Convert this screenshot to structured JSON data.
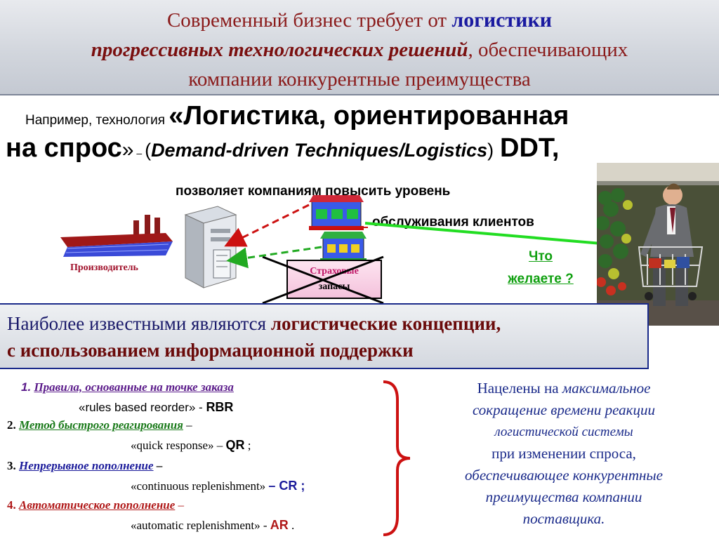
{
  "header": {
    "line1_prefix": "Современный бизнес требует от ",
    "line1_accent": "логистики",
    "line2_emph": "прогрессивных технологических решений",
    "line2_rest": ", обеспечивающих",
    "line3": "компании конкурентные преимущества"
  },
  "intro": {
    "prefix_small": "Например, технология ",
    "quote_open": "«",
    "title_part1": "Логистика, ориентированная",
    "title_part2": "на спрос",
    "quote_close": "»",
    "dash": " – ",
    "paren_open": "(",
    "english": "Demand-driven Techniques/Logistics",
    "paren_close": ")",
    "abbr": "DDT,",
    "allows": "позволяет компаниям повысить уровень",
    "service": "обслуживания клиентов"
  },
  "diagram": {
    "producer_label": "Производитель",
    "stock_label_line1": "Страховые",
    "stock_label_line2": "запасы",
    "customer_question_line1": "Что",
    "customer_question_line2": "желаете ?"
  },
  "concepts": {
    "line1_prefix": "Наиболее известными являются ",
    "line1_emph": "логистические концепции,",
    "line2": "с использованием информационной поддержки"
  },
  "list": [
    {
      "num": "1.",
      "title": "Правила, основанные на точке  заказа",
      "sub_prefix": "«rules based reorder» - ",
      "abbr": "RBR",
      "sub_suffix": "",
      "color": "#5a1a8a"
    },
    {
      "num": "2.",
      "title": "Метод быстрого реагирования",
      "title_suffix": " –",
      "sub_prefix": "«quick response» – ",
      "abbr": "QR",
      "sub_suffix": " ;",
      "color": "#1a7a1a"
    },
    {
      "num": "3.",
      "title": "Непрерывное пополнение",
      "title_suffix": " –",
      "sub_prefix": "«continuous replenishment» ",
      "abbr": "– CR ;",
      "sub_suffix": "",
      "color": "#1a1a9a"
    },
    {
      "num": "4.",
      "title": "Автоматическое пополнение",
      "title_suffix": " –",
      "sub_prefix": "«automatic replenishment» - ",
      "abbr": "AR",
      "sub_suffix": " .",
      "color": "#b01818"
    }
  ],
  "goal": {
    "l1a": "Нацелены на ",
    "l1b": "максимальное",
    "l2": "сокращение времени реакции",
    "l3": "логистической системы",
    "l4": "при изменении спроса,",
    "l5": "обеспечивающее конкурентные",
    "l6": "преимущества компании",
    "l7": "поставщика."
  },
  "colors": {
    "header_text": "#8a1a1a",
    "accent_blue": "#1a1aa0",
    "green_arrow": "#22dd22",
    "red_dash": "#cc1111",
    "brace_red": "#cc1111"
  }
}
